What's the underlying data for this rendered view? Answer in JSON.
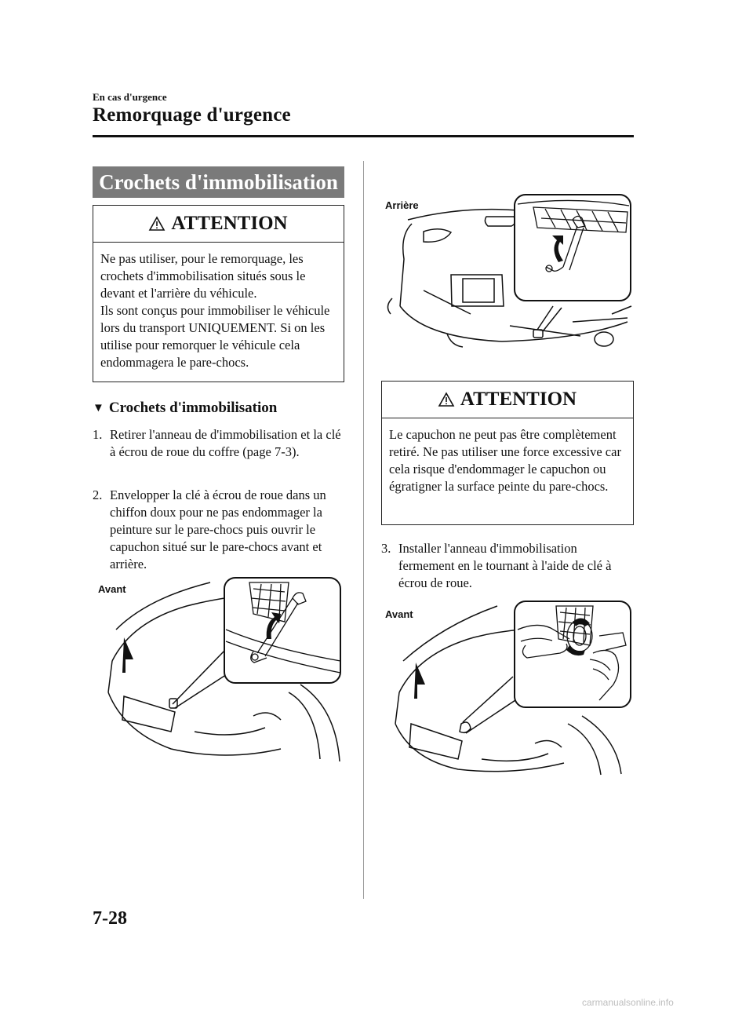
{
  "header": {
    "section": "En cas d'urgence",
    "title": "Remorquage d'urgence"
  },
  "left": {
    "banner": "Crochets d'immobilisation",
    "warning1": {
      "title": "ATTENTION",
      "p1": "Ne pas utiliser, pour le remorquage, les crochets d'immobilisation situés sous le devant et l'arrière du véhicule.",
      "p2": "Ils sont conçus pour immobiliser le véhicule lors du transport UNIQUEMENT. Si on les utilise pour remorquer le véhicule cela endommagera le pare-chocs."
    },
    "subheading": "Crochets d'immobilisation",
    "step1_num": "1.",
    "step1": "Retirer l'anneau de d'immobilisation et la clé à écrou de roue du coffre (page 7-3).",
    "step2_num": "2.",
    "step2": "Envelopper la clé à écrou de roue dans un chiffon doux pour ne pas endommager la peinture sur le pare-chocs puis ouvrir le capuchon situé sur le pare-chocs avant et arrière.",
    "figure_label": "Avant"
  },
  "right": {
    "figure1_label": "Arrière",
    "warning2": {
      "title": "ATTENTION",
      "p1": "Le capuchon ne peut pas être complètement retiré. Ne pas utiliser une force excessive car cela risque d'endommager le capuchon ou égratigner la surface peinte du pare-chocs."
    },
    "step3_num": "3.",
    "step3": "Installer l'anneau d'immobilisation fermement en le tournant à l'aide de clé à écrou de roue.",
    "figure2_label": "Avant"
  },
  "footer": {
    "page_number": "7-28",
    "watermark": "carmanualsonline.info"
  }
}
